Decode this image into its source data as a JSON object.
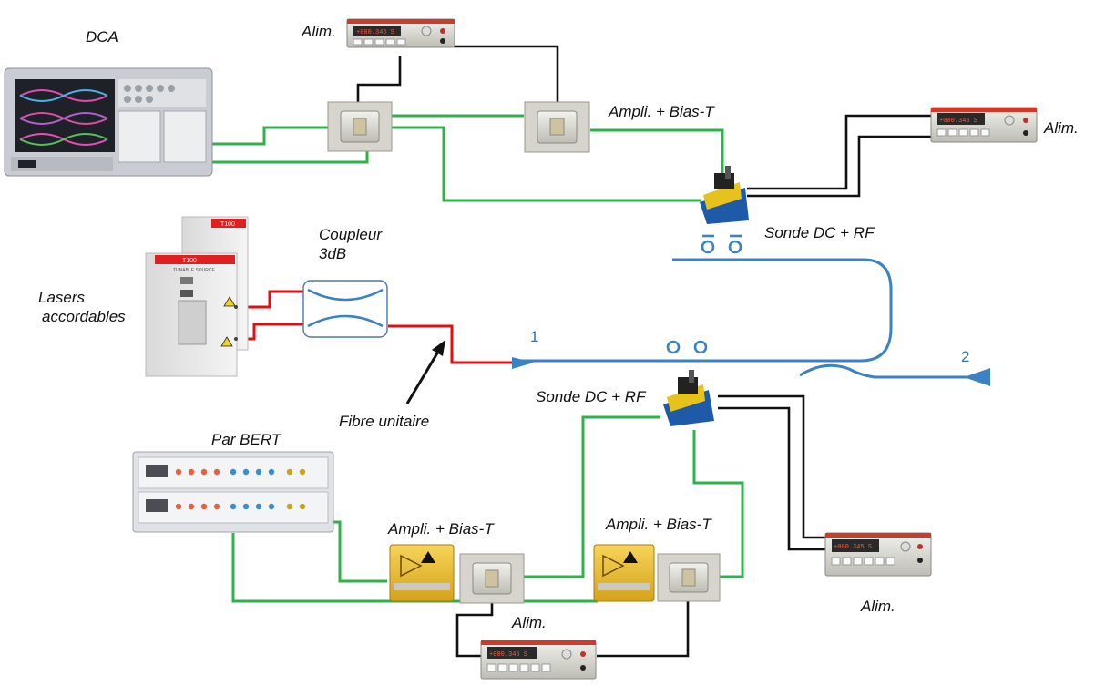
{
  "labels": {
    "dca": "DCA",
    "alim_top": "Alim.",
    "alim_right": "Alim.",
    "alim_bottom_right": "Alim.",
    "alim_bottom": "Alim.",
    "ampli_top": "Ampli. + Bias-T",
    "ampli_bottom_left": "Ampli. + Bias-T",
    "ampli_bottom_right": "Ampli. + Bias-T",
    "sonde_top": "Sonde DC + RF",
    "sonde_bottom": "Sonde DC + RF",
    "coupleur_line1": "Coupleur",
    "coupleur_line2": "3dB",
    "lasers_line1": "Lasers",
    "lasers_line2": "accordables",
    "fibre": "Fibre unitaire",
    "par_bert": "Par BERT",
    "port_1": "1",
    "port_2": "2"
  },
  "instrument_screens": {
    "power_supply_reading": "+000.345 S",
    "laser_module_tag": "T100",
    "laser_module_caption": "TUNABLE SOURCE"
  },
  "colors": {
    "rf_cable": "#2db34a",
    "dc_cable": "#111111",
    "optical_fiber": "#e01010",
    "waveguide": "#3a82c4",
    "label_number": "#3a6fa8"
  }
}
